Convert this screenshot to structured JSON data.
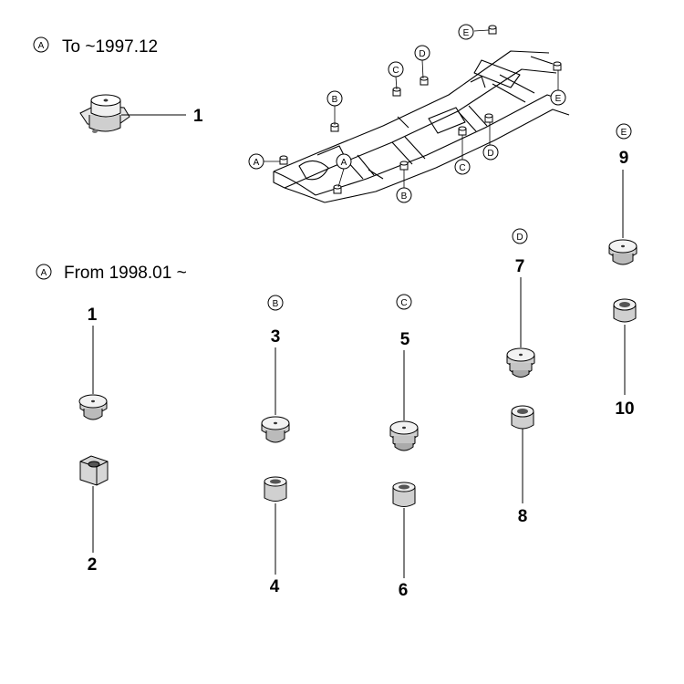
{
  "headers": {
    "to_circle": "A",
    "to_text": "To ~1997.12",
    "from_circle": "A",
    "from_text": "From 1998.01 ~"
  },
  "frame_callouts": [
    "E",
    "D",
    "C",
    "E",
    "B",
    "C",
    "D",
    "A",
    "A",
    "B"
  ],
  "group_letters": {
    "b": "B",
    "c": "C",
    "d": "D",
    "e": "E"
  },
  "part_numbers": {
    "p1_top": "1",
    "p1": "1",
    "p2": "2",
    "p3": "3",
    "p4": "4",
    "p5": "5",
    "p6": "6",
    "p7": "7",
    "p8": "8",
    "p9": "9",
    "p10": "10"
  },
  "colors": {
    "line": "#000000",
    "fill": "#ffffff",
    "shade": "#d9d9d9",
    "dark": "#555555"
  }
}
